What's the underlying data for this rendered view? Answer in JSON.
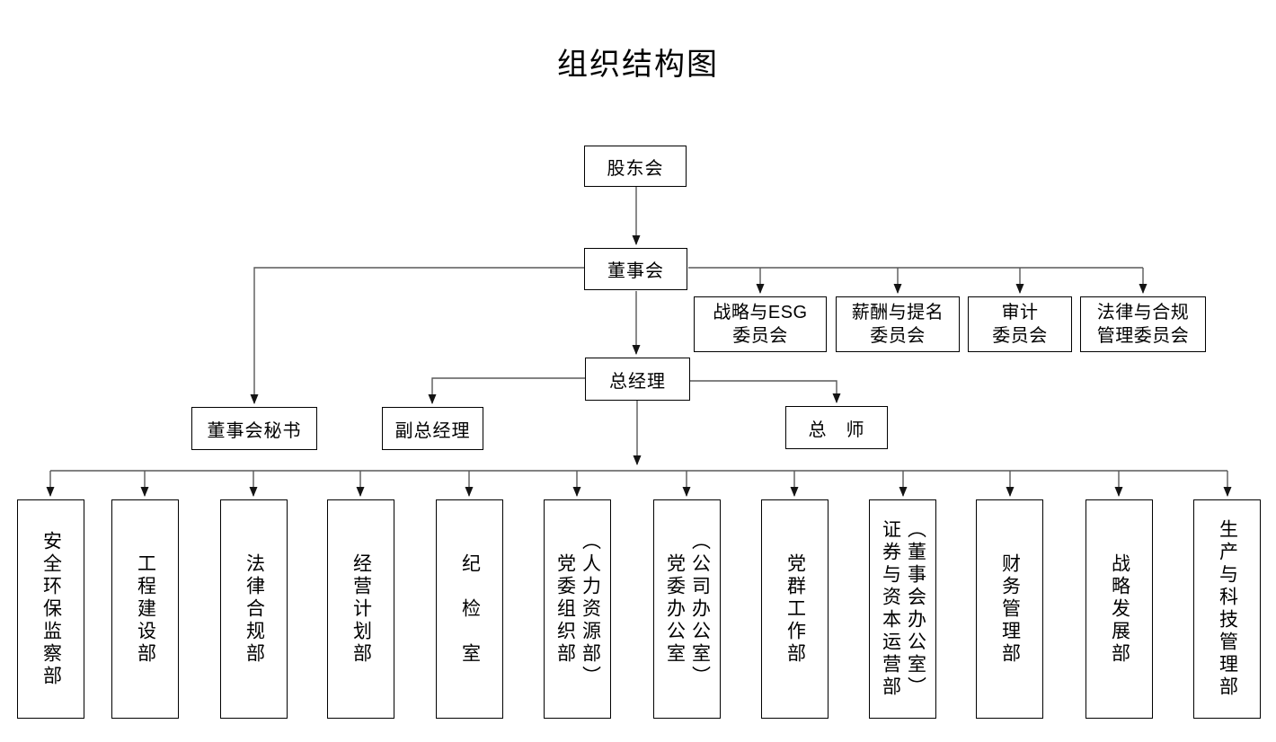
{
  "title": "组织结构图",
  "colors": {
    "box_border": "#000000",
    "connector_line": "#595959",
    "background": "#ffffff"
  },
  "chart": {
    "shareholders": {
      "label": "股东会"
    },
    "board": {
      "label": "董事会"
    },
    "general_manager": {
      "label": "总经理"
    },
    "committees": [
      {
        "line1": "战略与ESG",
        "line2": "委员会"
      },
      {
        "line1": "薪酬与提名",
        "line2": "委员会"
      },
      {
        "line1": "审计",
        "line2": "委员会"
      },
      {
        "line1": "法律与合规",
        "line2": "管理委员会"
      }
    ],
    "board_secretary": {
      "label": "董事会秘书"
    },
    "deputy_general_manager": {
      "label": "副总经理"
    },
    "chief_engineer": {
      "label": "总　师"
    },
    "departments": [
      {
        "name": "安全环保监察部"
      },
      {
        "name": "工程建设部"
      },
      {
        "name": "法律合规部"
      },
      {
        "name": "经营计划部"
      },
      {
        "name": "纪　检　室"
      },
      {
        "name": "党委组织部",
        "alt": "（人力资源部）"
      },
      {
        "name": "党委办公室",
        "alt": "（公司办公室）"
      },
      {
        "name": "党群工作部"
      },
      {
        "name": "证券与资本运营部",
        "alt": "（董事会办公室）"
      },
      {
        "name": "财务管理部"
      },
      {
        "name": "战略发展部"
      },
      {
        "name": "生产与科技管理部"
      }
    ]
  }
}
